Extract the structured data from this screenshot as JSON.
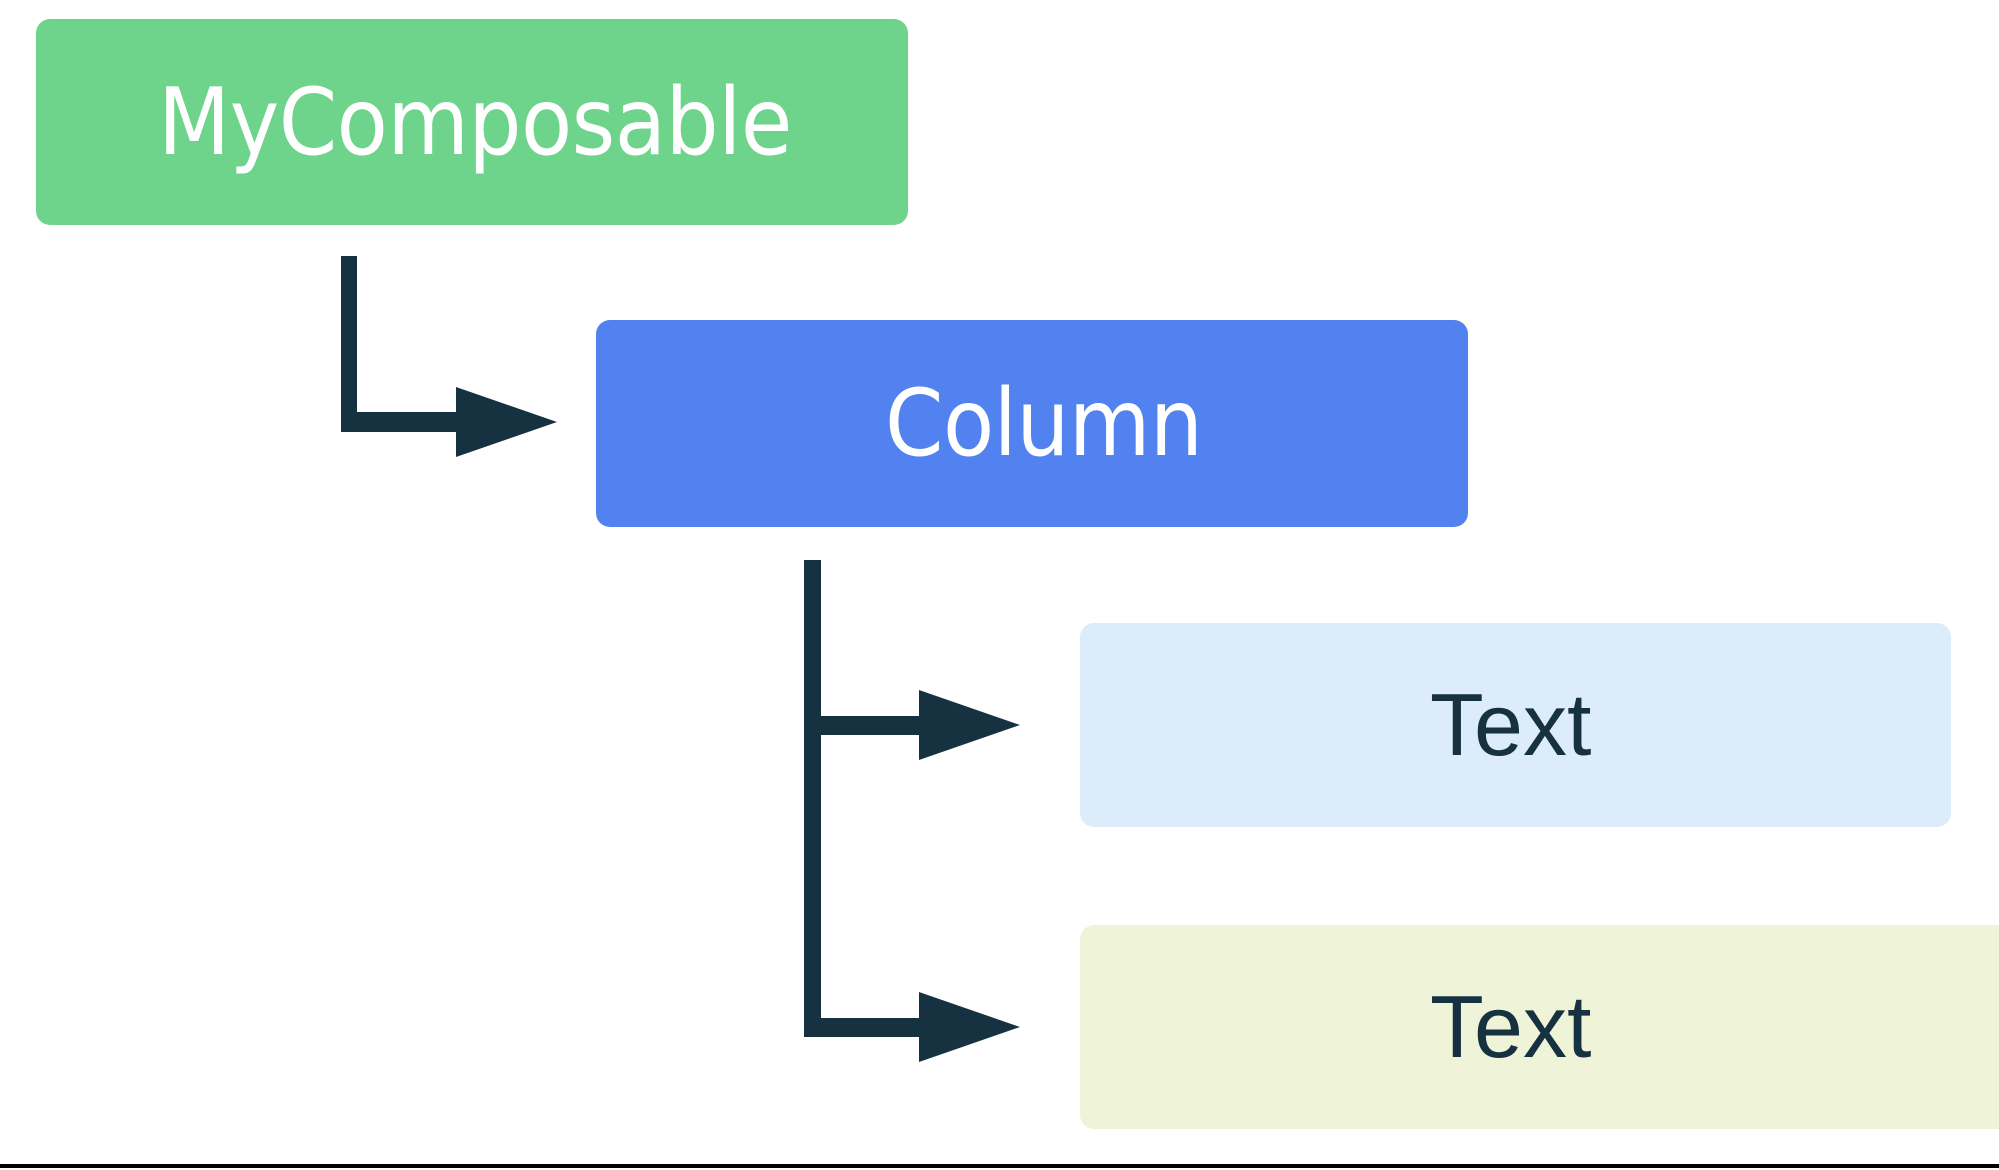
{
  "diagram": {
    "type": "hierarchy-tree",
    "title": "",
    "background_color": "#ffffff",
    "connector_color": "#16313f",
    "bottom_rule_color": "#000000",
    "nodes": [
      {
        "id": "mycomposable",
        "label": "MyComposable",
        "level": 0,
        "fill": "#6ed48c",
        "text_color": "#ffffff",
        "parent": null
      },
      {
        "id": "column",
        "label": "Column",
        "level": 1,
        "fill": "#5182ef",
        "text_color": "#ffffff",
        "parent": "mycomposable"
      },
      {
        "id": "text-1",
        "label": "Text",
        "level": 2,
        "fill": "#ddecfb",
        "text_color": "#16313f",
        "parent": "column"
      },
      {
        "id": "text-2",
        "label": "Text",
        "level": 2,
        "fill": "#eff3d8",
        "text_color": "#16313f",
        "parent": "column"
      }
    ],
    "edges": [
      {
        "from": "mycomposable",
        "to": "column",
        "style": "elbow-arrow"
      },
      {
        "from": "column",
        "to": "text-1",
        "style": "elbow-arrow"
      },
      {
        "from": "column",
        "to": "text-2",
        "style": "elbow-arrow"
      }
    ]
  }
}
